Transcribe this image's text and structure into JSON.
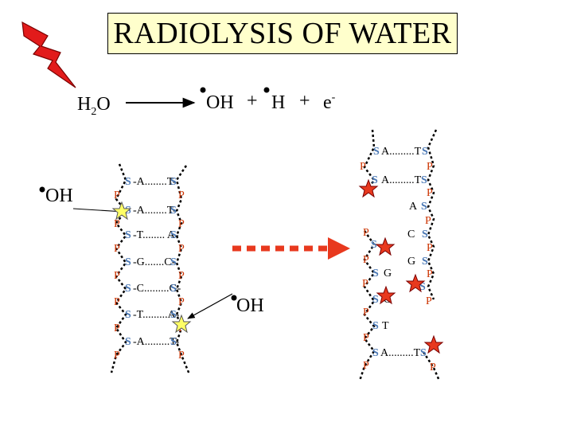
{
  "title": "RADIOLYSIS OF WATER",
  "equation": {
    "water_H": "H",
    "water_sub": "2",
    "water_O": "O",
    "product_oh": "OH",
    "plus1": "+",
    "product_h": "H",
    "plus2": "+",
    "product_e": "e",
    "product_e_sup": "-"
  },
  "oh_left": "OH",
  "oh_middle": "OH",
  "colors": {
    "sugar": "#4a78b5",
    "phosphate": "#cc3300",
    "bolt": "#e21b1b",
    "star_red": "#e8391e",
    "star_yellow": "#ffff66",
    "dashed_arrow": "#e8391e",
    "title_fill": "#ffffcc"
  },
  "left_strand": {
    "rows": [
      {
        "l": "S",
        "base": "A........T",
        "r": "S"
      },
      {
        "l": "S",
        "base": "A........T",
        "r": "S"
      },
      {
        "l": "S",
        "base": "T........ A",
        "r": "S"
      },
      {
        "l": "S",
        "base": "G.......C",
        "r": "S"
      },
      {
        "l": "S",
        "base": "C.........G",
        "r": "S"
      },
      {
        "l": "S",
        "base": "T.........A",
        "r": "S"
      },
      {
        "l": "S",
        "base": "A.........T",
        "r": "S"
      }
    ],
    "phosphate": "P"
  },
  "right_strand": {
    "labels": [
      {
        "k": "sug",
        "t": "S"
      },
      {
        "k": "nuc",
        "t": "A.........T"
      },
      {
        "k": "sug",
        "t": "S"
      },
      {
        "k": "phos",
        "t": "P"
      },
      {
        "k": "sug",
        "t": "S"
      },
      {
        "k": "nuc",
        "t": "A.........T"
      },
      {
        "k": "sug",
        "t": "S"
      },
      {
        "k": "phos",
        "t": "P"
      },
      {
        "k": "phos",
        "t": "P"
      },
      {
        "k": "nuc",
        "t": "A"
      },
      {
        "k": "sug",
        "t": "S"
      },
      {
        "k": "phos",
        "t": "P"
      },
      {
        "k": "phos",
        "t": "P"
      },
      {
        "k": "nuc",
        "t": "C"
      },
      {
        "k": "sug",
        "t": "S"
      },
      {
        "k": "sug",
        "t": "S"
      },
      {
        "k": "phos",
        "t": "P"
      },
      {
        "k": "phos",
        "t": "P"
      },
      {
        "k": "nuc",
        "t": "G"
      },
      {
        "k": "sug",
        "t": "S"
      },
      {
        "k": "sug",
        "t": "S"
      },
      {
        "k": "nuc",
        "t": "G"
      },
      {
        "k": "phos",
        "t": "P"
      },
      {
        "k": "phos",
        "t": "P"
      },
      {
        "k": "sug",
        "t": "S"
      },
      {
        "k": "sug",
        "t": "S"
      },
      {
        "k": "nuc",
        "t": "C"
      },
      {
        "k": "phos",
        "t": "P"
      },
      {
        "k": "phos",
        "t": "P"
      },
      {
        "k": "sug",
        "t": "S"
      },
      {
        "k": "nuc",
        "t": "T"
      },
      {
        "k": "phos",
        "t": "P"
      },
      {
        "k": "sug",
        "t": "S"
      },
      {
        "k": "nuc",
        "t": "A.........T"
      },
      {
        "k": "sug",
        "t": "S"
      },
      {
        "k": "phos",
        "t": "P"
      },
      {
        "k": "phos",
        "t": "P"
      }
    ]
  }
}
